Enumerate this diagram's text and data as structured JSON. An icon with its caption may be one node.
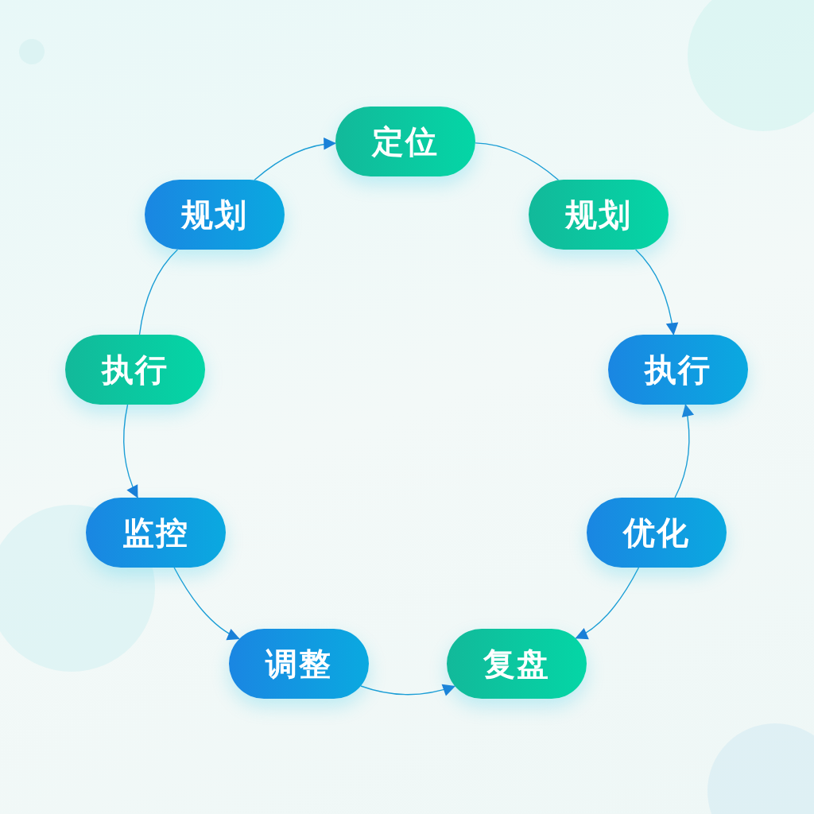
{
  "diagram": {
    "nodes": [
      {
        "text": [
          "定位"
        ]
      },
      {
        "text": [
          "规划"
        ]
      },
      {
        "text": [
          "规划"
        ]
      },
      {
        "text": [
          "执行"
        ]
      },
      {
        "text": [
          "执行"
        ]
      },
      {
        "text": [
          "监控"
        ]
      },
      {
        "text": [
          "优化"
        ]
      },
      {
        "text": [
          "调整"
        ]
      },
      {
        "text": [
          "复盘"
        ]
      }
    ],
    "edges": [
      {
        "from": 1,
        "to": 0,
        "arrow": "to"
      },
      {
        "from": 0,
        "to": 2,
        "arrow": "none"
      },
      {
        "from": 2,
        "to": 4,
        "arrow": "to"
      },
      {
        "from": 6,
        "to": 4,
        "arrow": "to"
      },
      {
        "from": 6,
        "to": 8,
        "arrow": "to"
      },
      {
        "from": 7,
        "to": 8,
        "arrow": "to"
      },
      {
        "from": 5,
        "to": 7,
        "arrow": "to"
      },
      {
        "from": 3,
        "to": 5,
        "arrow": "to"
      },
      {
        "from": 1,
        "to": 3,
        "arrow": "none"
      }
    ]
  }
}
